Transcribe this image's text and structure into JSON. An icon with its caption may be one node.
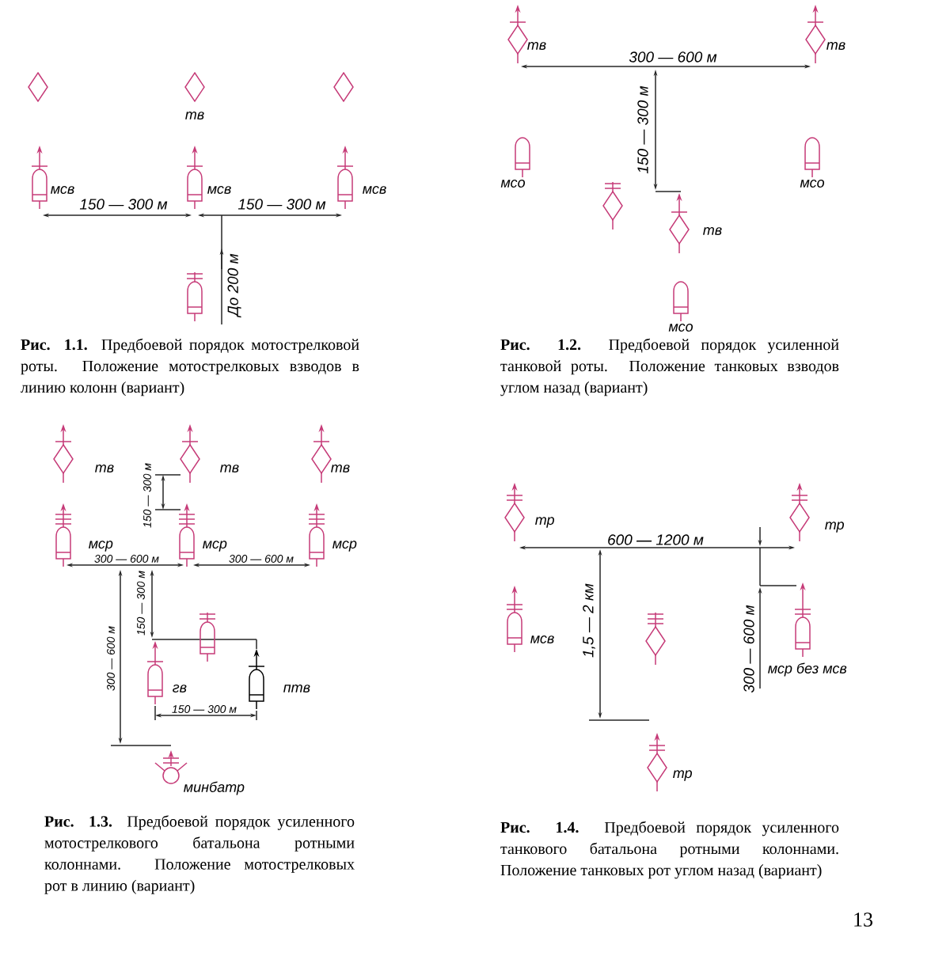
{
  "diagram": {
    "labels": [
      "тв",
      "мсв",
      "мсв",
      "мсв",
      "150 — 300 м",
      "150 — 300 м",
      "До 200 м",
      "**Рис. 1.1.** Предбоевой порядок мотострелковой роты. Положение мотострелковых взводов в линию колонн (вариант)",
      "тв",
      "тв",
      "300 — 600 м",
      "150 — 300 м",
      "мсо",
      "мсо",
      "тв",
      "мсо",
      "**Рис. 1.2.** Предбоевой порядок усиленной танковой роты. Положение танковых взводов углом назад (вариант)",
      "тв",
      "тв",
      "тв",
      "150 — 300 м",
      "мср",
      "мср",
      "мср",
      "300 — 600 м",
      "300 — 600 м",
      "300 — 600 м",
      "150 — 300 м",
      "гв",
      "птв",
      "150 — 300 м",
      "минбатр",
      "**Рис. 1.3.** Предбоевой порядок усиленного мотострелкового батальона ротными колоннами. Положение мотострелковых рот в линию (вариант)",
      "тр",
      "тр",
      "600 — 1200 м",
      "1,5 — 2 км",
      "мсв",
      "300 — 600 м",
      "мср без мсв",
      "тр",
      "**Рис. 1.4.** Предбоевой порядок усиленного танкового батальона ротными колоннами. Положение танковых рот углом назад (вариант)",
      "13"
    ]
  }
}
